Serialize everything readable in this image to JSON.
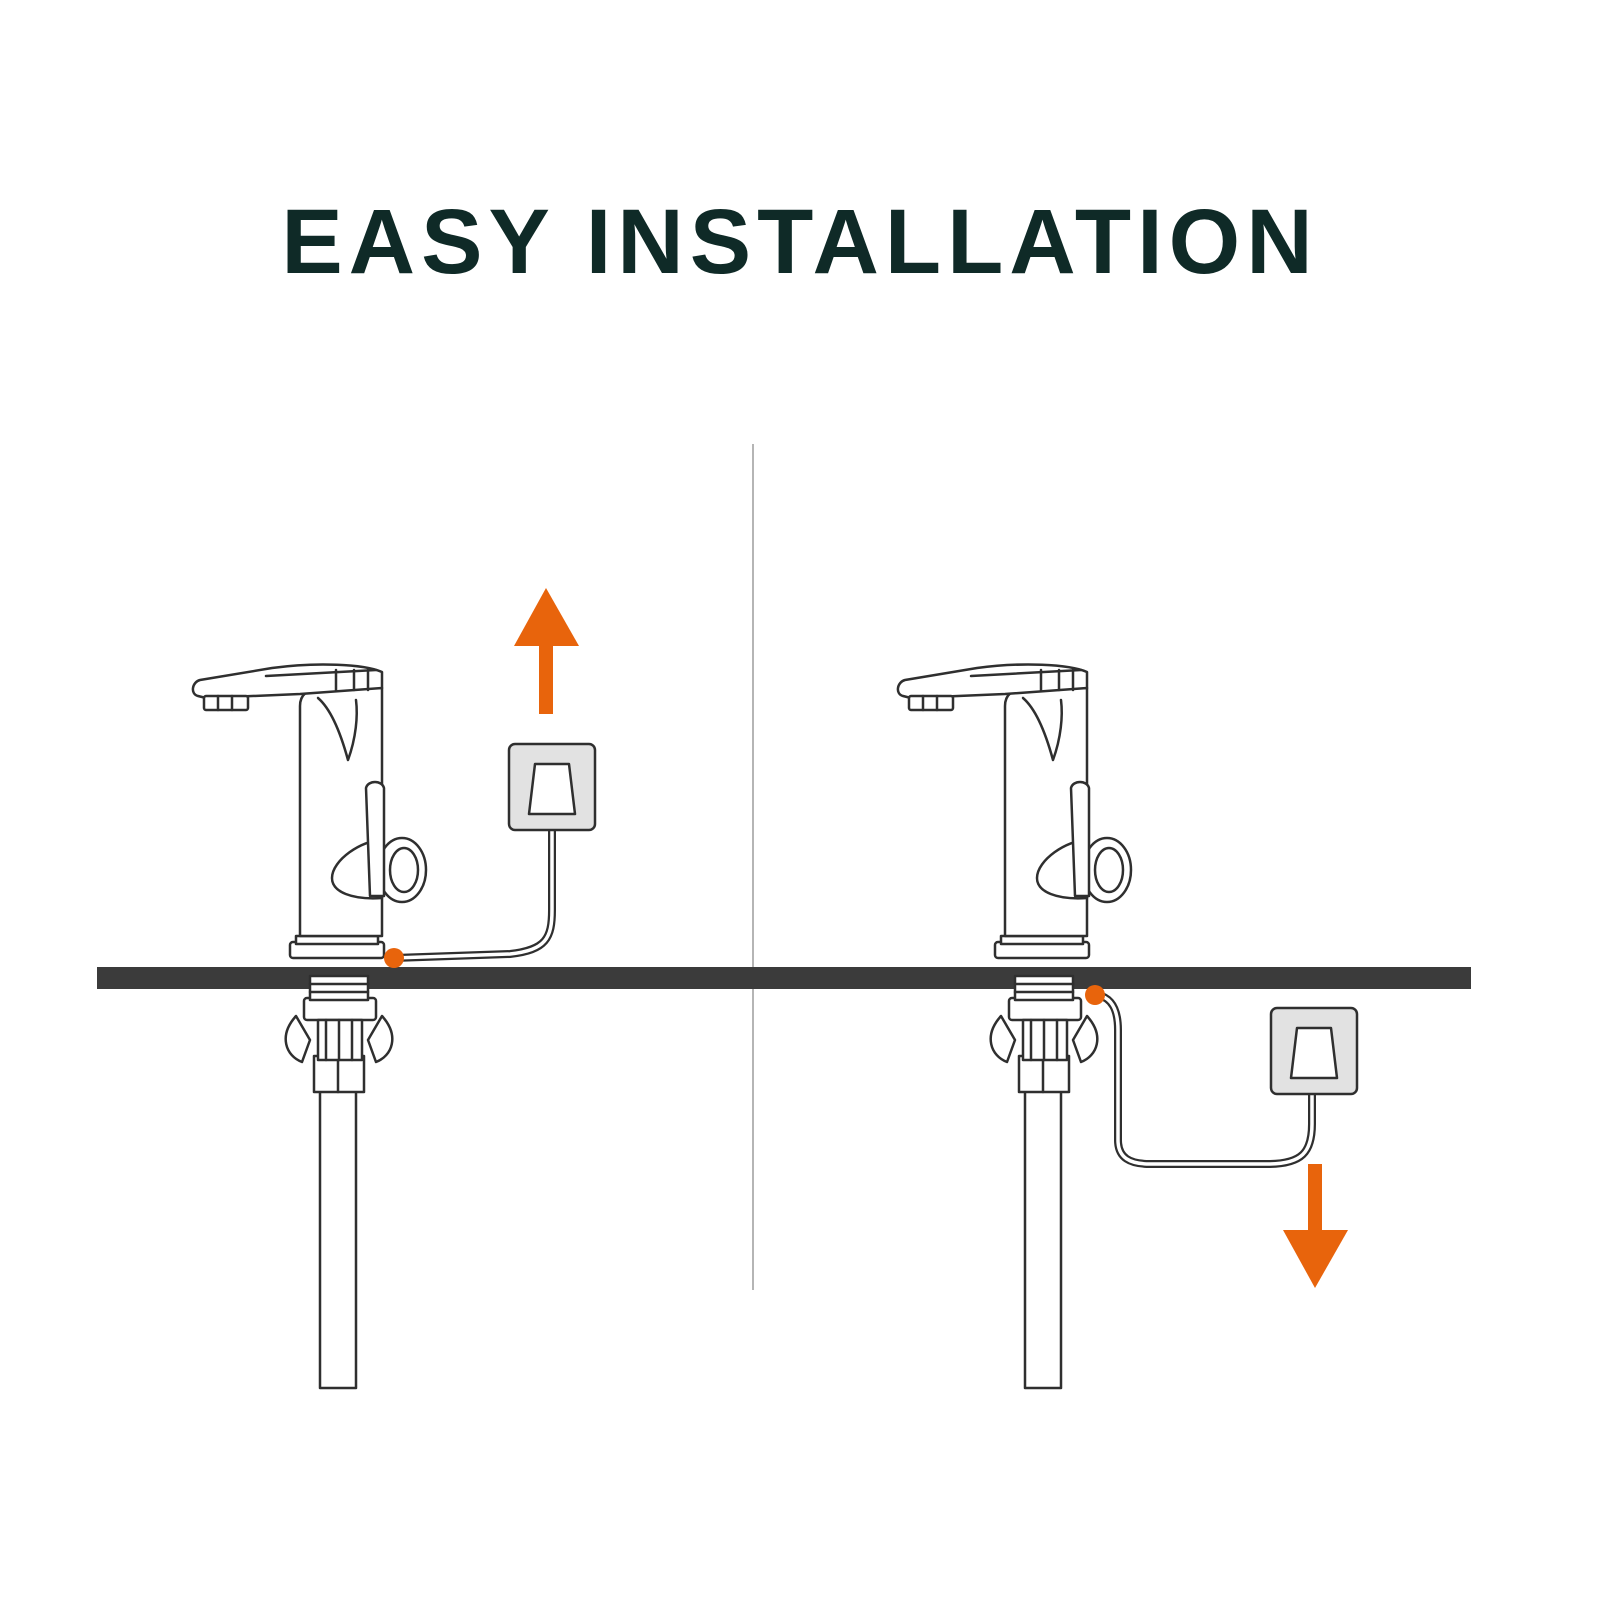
{
  "header": {
    "title": "EASY INSTALLATION"
  },
  "colors": {
    "title": "#0f2a27",
    "accent": "#e8640c",
    "line": "#2f2f2f",
    "counter": "#3b3b3b",
    "divider": "#b5b5b5",
    "socket_fill": "#e2e2e2"
  },
  "panels": [
    {
      "id": "above-counter",
      "cable_routing": "above-counter",
      "arrow_direction": "up",
      "icons": [
        "faucet-icon",
        "wall-socket-icon",
        "arrow-up-icon"
      ]
    },
    {
      "id": "below-counter",
      "cable_routing": "below-counter",
      "arrow_direction": "down",
      "icons": [
        "faucet-icon",
        "wall-socket-icon",
        "arrow-down-icon"
      ]
    }
  ]
}
